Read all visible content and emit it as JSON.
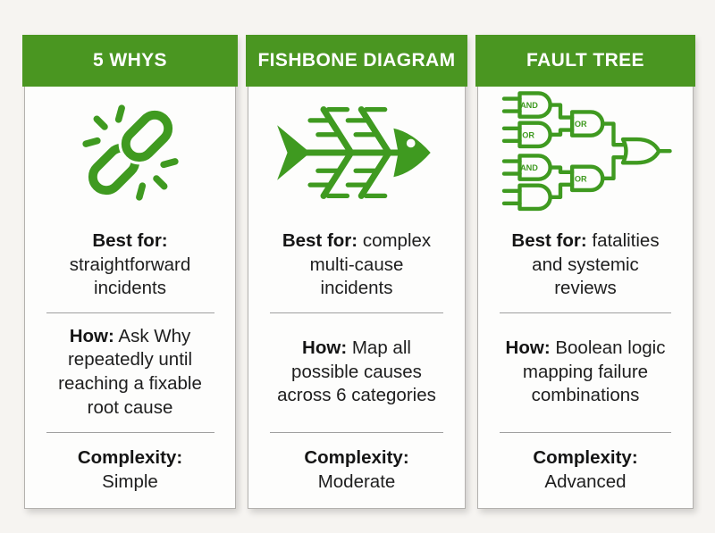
{
  "page": {
    "background": "#f6f4f1",
    "description": "Comparison infographic of three root-cause-analysis methods"
  },
  "colors": {
    "header_green": "#4a9621",
    "icon_green": "#3f9a20",
    "text_dark": "#1e1e1e",
    "divider_gray": "#9f9f9f",
    "card_background": "#fdfdfc"
  },
  "columns": [
    {
      "title": "5 WHYS",
      "icon": "broken-chain-icon",
      "best": {
        "label": "Best for:",
        "text": "\nstraightforward\nincidents"
      },
      "how": {
        "label": "How:",
        "text": " Ask Why\nrepeatedly until\nreaching a fixable\nroot cause"
      },
      "complexity": {
        "label": "Complexity:",
        "text": "\nSimple"
      }
    },
    {
      "title": "FISHBONE DIAGRAM",
      "icon": "fishbone-icon",
      "best": {
        "label": "Best for:",
        "text": " complex\nmulti-cause\nincidents"
      },
      "how": {
        "label": "How:",
        "text": " Map all\npossible causes\nacross 6 categories"
      },
      "complexity": {
        "label": "Complexity:",
        "text": "\nModerate"
      }
    },
    {
      "title": "FAULT TREE",
      "icon": "fault-tree-gates-icon",
      "best": {
        "label": "Best for:",
        "text": " fatalities\nand systemic\nreviews"
      },
      "how": {
        "label": "How:",
        "text": " Boolean logic\nmapping failure\ncombinations"
      },
      "complexity": {
        "label": "Complexity:",
        "text": "\nAdvanced"
      }
    }
  ],
  "fault_tree_gate_labels": {
    "gate1": "AND",
    "gate2": "OR",
    "gate3": "AND",
    "mid1": "OR",
    "mid2": "OR"
  }
}
